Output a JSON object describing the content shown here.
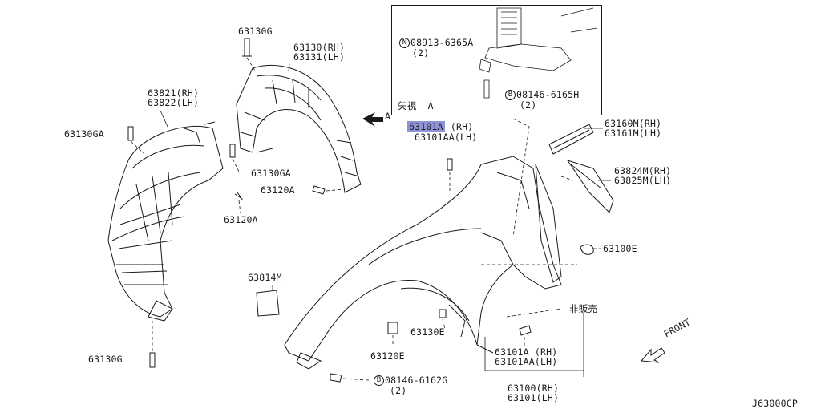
{
  "diagram_code": "J63000CP",
  "view_label": "矢視  A",
  "arrow_label": "A",
  "front_label": "FRONT",
  "not_for_sale": "非販売",
  "parts": {
    "p63130g_top": "63130G",
    "p63130_rh": "63130(RH)",
    "p63131_lh": "63131(LH)",
    "p63821_rh": "63821(RH)",
    "p63822_lh": "63822(LH)",
    "p63130ga_left": "63130GA",
    "p63130ga_mid": "63130GA",
    "p63120a_upper": "63120A",
    "p63120a_lower": "63120A",
    "p63101a_top_rh": "63101A",
    "p63101a_top_rh_suffix": "(RH)",
    "p63101aa_top_lh": "63101AA(LH)",
    "p63160m_rh": "63160M(RH)",
    "p63161m_lh": "63161M(LH)",
    "p63824m_rh": "63824M(RH)",
    "p63825m_lh": "63825M(LH)",
    "p63100e": "63100E",
    "p63814m": "63814M",
    "p63130e": "63130E",
    "p63120e": "63120E",
    "p63130g_bottom": "63130G",
    "p63101a_bot_rh": "63101A (RH)",
    "p63101aa_bot_lh": "63101AA(LH)",
    "p63100_rh": "63100(RH)",
    "p63101_lh": "63101(LH)",
    "bolt_08913": "08913-6365A",
    "bolt_08913_qty": "(2)",
    "bolt_08146_6165": "08146-6165H",
    "bolt_08146_6165_qty": "(2)",
    "bolt_08146_6162": "08146-6162G",
    "bolt_08146_6162_qty": "(2)",
    "mark_n": "N",
    "mark_b1": "B",
    "mark_b2": "B"
  },
  "colors": {
    "line": "#1a1a1a",
    "highlight": "#8e93d8"
  }
}
